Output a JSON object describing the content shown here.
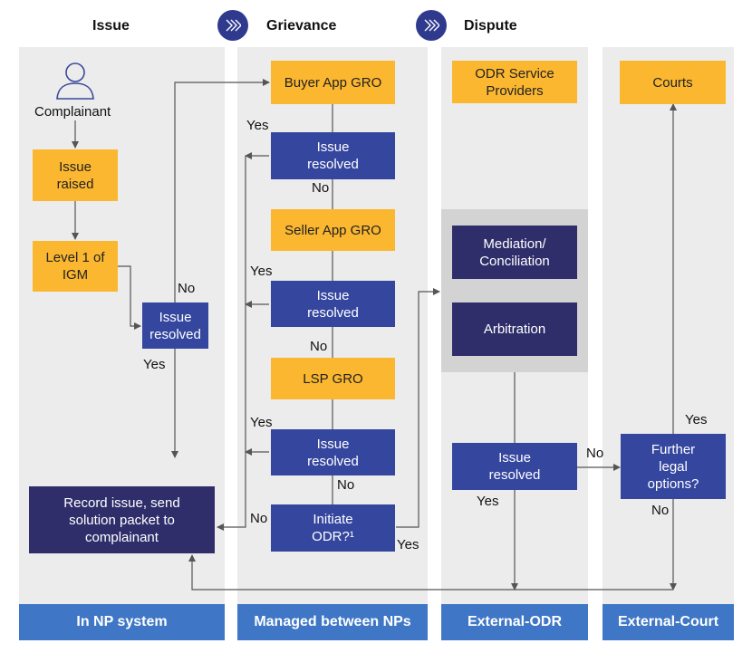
{
  "phases": [
    "Issue",
    "Grievance",
    "Dispute"
  ],
  "footers": [
    "In NP system",
    "Managed between NPs",
    "External-ODR",
    "External-Court"
  ],
  "nodes": {
    "complainant": "Complainant",
    "issue_raised": "Issue\nraised",
    "level1": "Level 1 of\nIGM",
    "issue_resolved_np": "Issue\nresolved",
    "record_issue": "Record issue, send\nsolution packet to\ncomplainant",
    "buyer_gro": "Buyer App GRO",
    "issue_resolved_1": "Issue\nresolved",
    "seller_gro": "Seller App GRO",
    "issue_resolved_2": "Issue\nresolved",
    "lsp_gro": "LSP GRO",
    "issue_resolved_3": "Issue\nresolved",
    "initiate_odr": "Initiate\nODR?¹",
    "odr_providers": "ODR Service\nProviders",
    "mediation": "Mediation/\nConciliation",
    "arbitration": "Arbitration",
    "issue_resolved_odr": "Issue\nresolved",
    "courts": "Courts",
    "further_legal": "Further\nlegal\noptions?"
  },
  "edge_labels": {
    "np_no": "No",
    "np_yes": "Yes",
    "buyer_yes": "Yes",
    "buyer_no": "No",
    "seller_yes": "Yes",
    "seller_no": "No",
    "lsp_yes": "Yes",
    "lsp_no": "No",
    "odr_no": "No",
    "odr_yes": "Yes",
    "resolved_yes": "Yes",
    "resolved_no": "No",
    "legal_yes": "Yes",
    "legal_no": "No"
  },
  "colors": {
    "lane": "#ececec",
    "footer": "#3f77c6",
    "orange": "#fbb730",
    "blue": "#35469f",
    "navy": "#2f2e6b",
    "phase_icon": "#2f3a8f",
    "line": "#555555"
  }
}
